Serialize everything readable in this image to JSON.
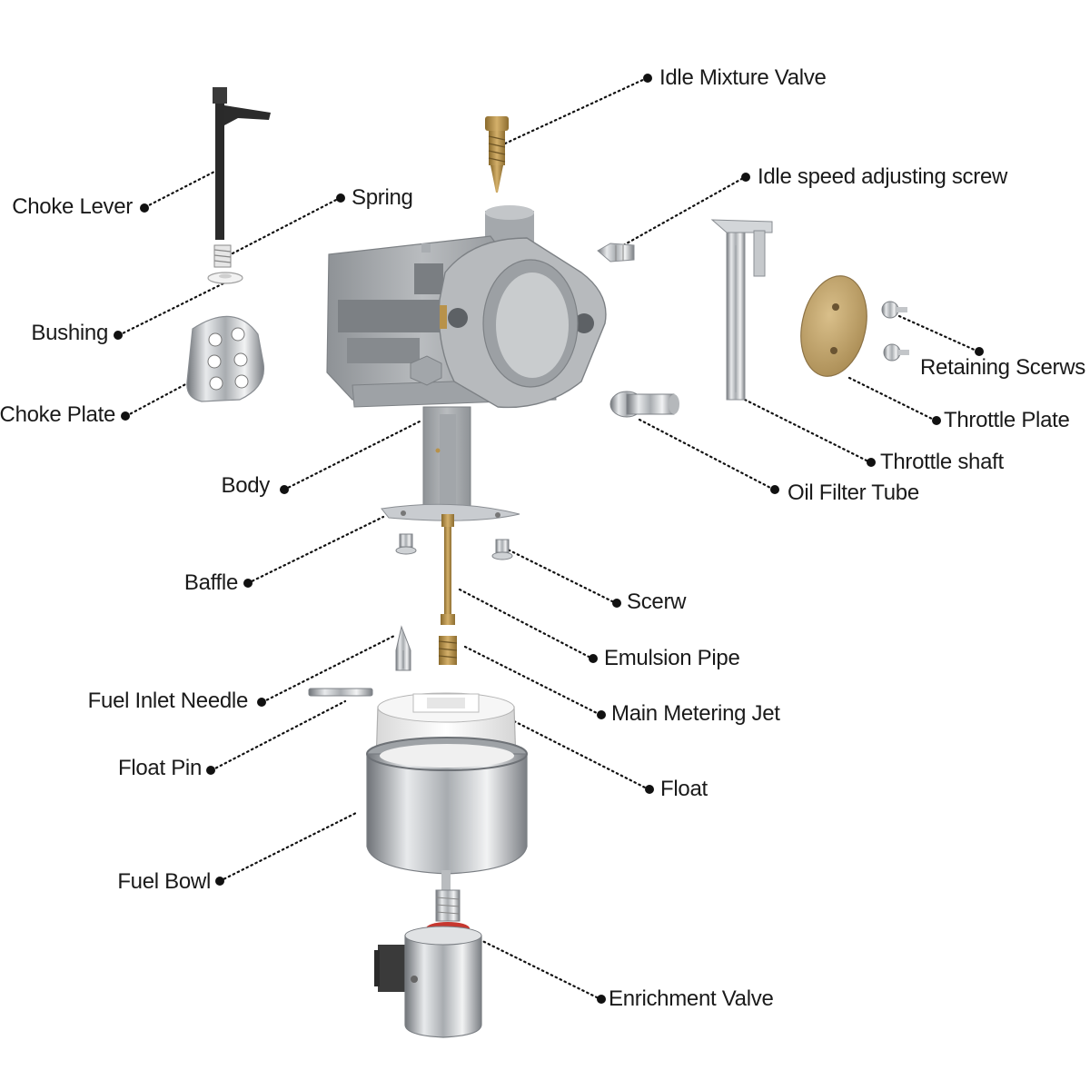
{
  "parts": [
    {
      "id": "idle-mixture-valve",
      "label": "Idle Mixture Valve"
    },
    {
      "id": "choke-lever",
      "label": "Choke Lever"
    },
    {
      "id": "spring",
      "label": "Spring"
    },
    {
      "id": "idle-speed-adjusting-screw",
      "label": "Idle speed adjusting screw"
    },
    {
      "id": "bushing",
      "label": "Bushing"
    },
    {
      "id": "retaining-scerws",
      "label": "Retaining Scerws"
    },
    {
      "id": "choke-plate",
      "label": "Choke Plate"
    },
    {
      "id": "throttle-plate",
      "label": "Throttle Plate"
    },
    {
      "id": "throttle-shaft",
      "label": "Throttle shaft"
    },
    {
      "id": "body",
      "label": "Body"
    },
    {
      "id": "oil-filter-tube",
      "label": "Oil Filter Tube"
    },
    {
      "id": "baffle",
      "label": "Baffle"
    },
    {
      "id": "scerw",
      "label": "Scerw"
    },
    {
      "id": "emulsion-pipe",
      "label": "Emulsion Pipe"
    },
    {
      "id": "fuel-inlet-needle",
      "label": "Fuel Inlet Needle"
    },
    {
      "id": "main-metering-jet",
      "label": "Main Metering Jet"
    },
    {
      "id": "float-pin",
      "label": "Float Pin"
    },
    {
      "id": "float",
      "label": "Float"
    },
    {
      "id": "fuel-bowl",
      "label": "Fuel Bowl"
    },
    {
      "id": "enrichment-valve",
      "label": "Enrichment Valve"
    }
  ],
  "colors": {
    "metal_gray": "#a9adb1",
    "brass": "#b8924a",
    "black_part": "#2a2a2a",
    "chrome": "#c9ccd0",
    "float_white": "#f3f3f3",
    "leader": "#111111"
  }
}
